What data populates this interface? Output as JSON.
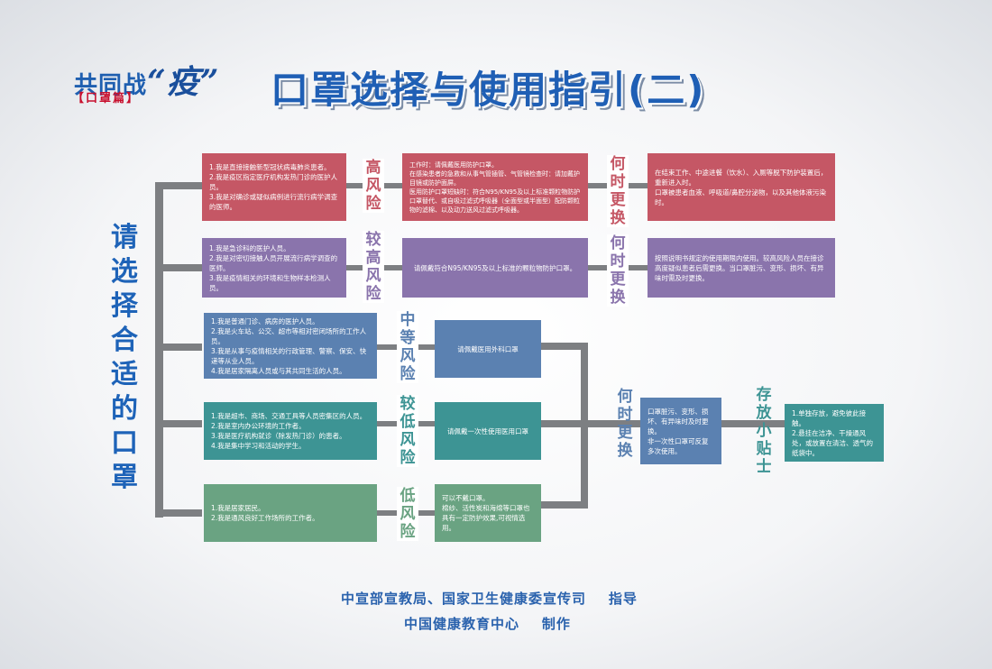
{
  "logo": {
    "text_a": "共同战",
    "text_b": "“疫”",
    "subtitle": "【口罩篇】"
  },
  "title": "口罩选择与使用指引(二)",
  "left_label": "请选择合适的口罩",
  "rows": [
    {
      "risk": "高风险",
      "people": [
        "1.我是直接接触新型冠状病毒肺炎患者。",
        "2.我是疫区指定医疗机构发热门诊的医护人员。",
        "3.我是对确诊或疑似病例进行流行病学调查的医师。"
      ],
      "advice": [
        "工作时：请佩戴医用防护口罩。",
        "在感染患者的急救和从事气管插管、气管镜检查时：请加戴护目镜或防护面屏。",
        "医用防护口罩短缺时：符合N95/KN95及以上标准颗粒物防护口罩替代、或自吸过滤式呼吸器（全面型或半面型）配防颗粒物的滤棉、以及动力送风过滤式呼吸器。"
      ],
      "when_label": "何时更换",
      "when": [
        "在结束工作、中途进餐（饮水）、入厕等脱下防护装置后，重新进入时。",
        "口罩被患者血液、呼吸道/鼻腔分泌物，以及其他体液污染时。"
      ]
    },
    {
      "risk": "较高风险",
      "people": [
        "1.我是急诊科的医护人员。",
        "2.我是对密切接触人员开展流行病学调查的医师。",
        "3.我是疫情相关的环境和生物样本检测人员。"
      ],
      "advice": [
        "请佩戴符合N95/KN95及以上标准的颗粒物防护口罩。"
      ],
      "when_label": "何时更换",
      "when": [
        "按照说明书规定的使用期限内使用。较高风险人员在接诊高度疑似患者后需更换。当口罩脏污、变形、损坏、有异味时需及时更换。"
      ]
    },
    {
      "risk": "中等风险",
      "people": [
        "1.我是普通门诊、病房的医护人员。",
        "2.我是火车站、公交、超市等相对密闭场所的工作人员。",
        "3.我是从事与疫情相关的行政管理、警察、保安、快递等从业人员。",
        "4.我是居家隔离人员或与其共同生活的人员。"
      ],
      "advice": [
        "请佩戴医用外科口罩"
      ]
    },
    {
      "risk": "较低风险",
      "people": [
        "1.我是超市、商场、交通工具等人员密集区的人员。",
        "2.我是室内办公环境的工作者。",
        "3.我是医疗机构就诊（除发热门诊）的患者。",
        "4.我是集中学习和活动的学生。"
      ],
      "advice": [
        "请佩戴一次性使用医用口罩"
      ]
    },
    {
      "risk": "低风险",
      "people": [
        "1.我是居家居民。",
        "2.我是通风良好工作场所的工作者。"
      ],
      "advice": [
        "可以不戴口罩。",
        "棉纱、活性炭和海绵等口罩也具有一定防护效果,可视情选用。"
      ]
    }
  ],
  "shared_when_label": "何时更换",
  "shared_when": [
    "口罩脏污、变形、损坏、有异味时及时更换。",
    "非一次性口罩可反复多次使用。"
  ],
  "storage_label": "存放小贴士",
  "storage": [
    "1.单独存放，避免彼此接触。",
    "2.悬挂在洁净、干燥通风处，或放置在清洁、透气的纸袋中。"
  ],
  "footer": {
    "guide": "中宣部宣教局、国家卫生健康委宣传司    指导",
    "producer": "中国健康教育中心    制作"
  }
}
